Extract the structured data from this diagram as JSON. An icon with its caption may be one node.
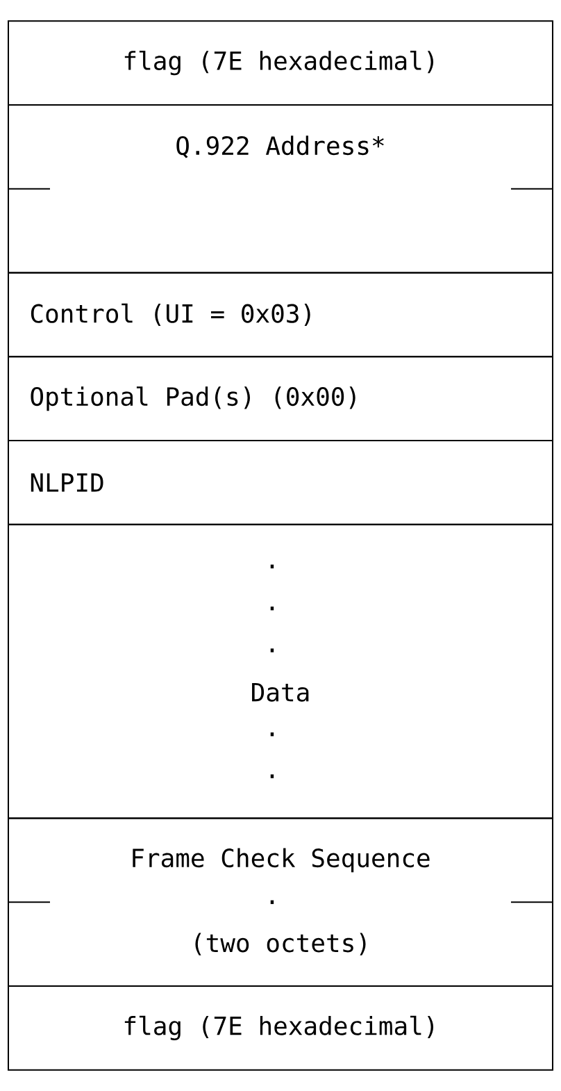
{
  "diagram": {
    "nodes": [
      {
        "text": [
          "flag (7E hexadecimal)"
        ]
      },
      {
        "text": [
          "Q.922 Address*"
        ]
      },
      {
        "text": [
          "Control (UI = 0x03)"
        ]
      },
      {
        "text": [
          "Optional Pad(s)   (0x00)"
        ]
      },
      {
        "text": [
          "NLPID"
        ]
      },
      {
        "text": [
          "Data"
        ]
      },
      {
        "text": [
          "Frame Check Sequence",
          "(two octets)"
        ]
      },
      {
        "text": [
          "flag (7E hexadecimal)"
        ]
      }
    ],
    "labels": [
      ".",
      ".",
      ".",
      ".",
      ".",
      "."
    ]
  }
}
